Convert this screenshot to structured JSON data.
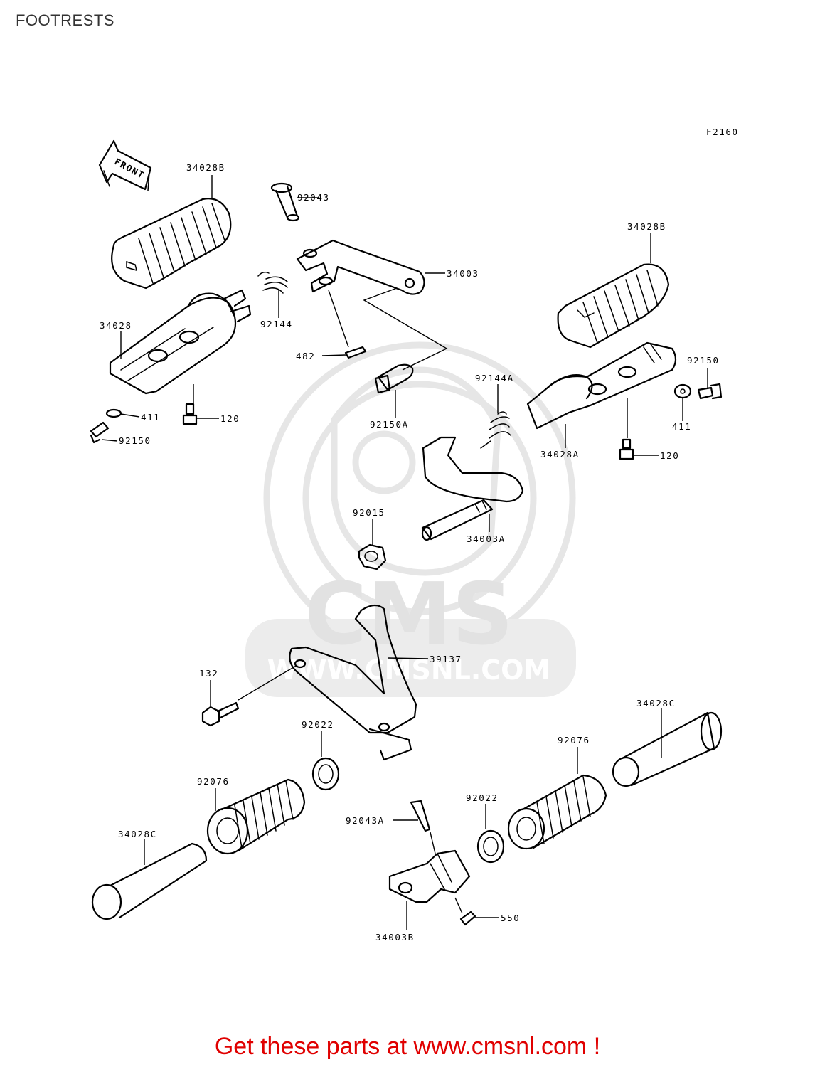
{
  "page": {
    "title": "FOOTRESTS",
    "figure_code": "F2160",
    "front_label": "FRONT",
    "footer_link": "Get these parts at www.cmsnl.com !"
  },
  "watermark": {
    "text": "CMS",
    "url": "WWW.CMSNL.COM"
  },
  "labels": {
    "p34028B_left": "34028B",
    "p92043": "92043",
    "p34003": "34003",
    "p34028B_right": "34028B",
    "p34028": "34028",
    "p92144": "92144",
    "p482": "482",
    "p92150A": "92150A",
    "p92144A": "92144A",
    "p92150_right": "92150",
    "p411_left": "411",
    "p120_left": "120",
    "p92150_left": "92150",
    "p34028A": "34028A",
    "p411_right": "411",
    "p120_right": "120",
    "p92015": "92015",
    "p34003A": "34003A",
    "p39137": "39137",
    "p132": "132",
    "p34028C_right": "34028C",
    "p92022_left": "92022",
    "p92076_right": "92076",
    "p92076_left": "92076",
    "p92022_right": "92022",
    "p92043A": "92043A",
    "p34028C_left": "34028C",
    "p550": "550",
    "p34003B": "34003B"
  }
}
